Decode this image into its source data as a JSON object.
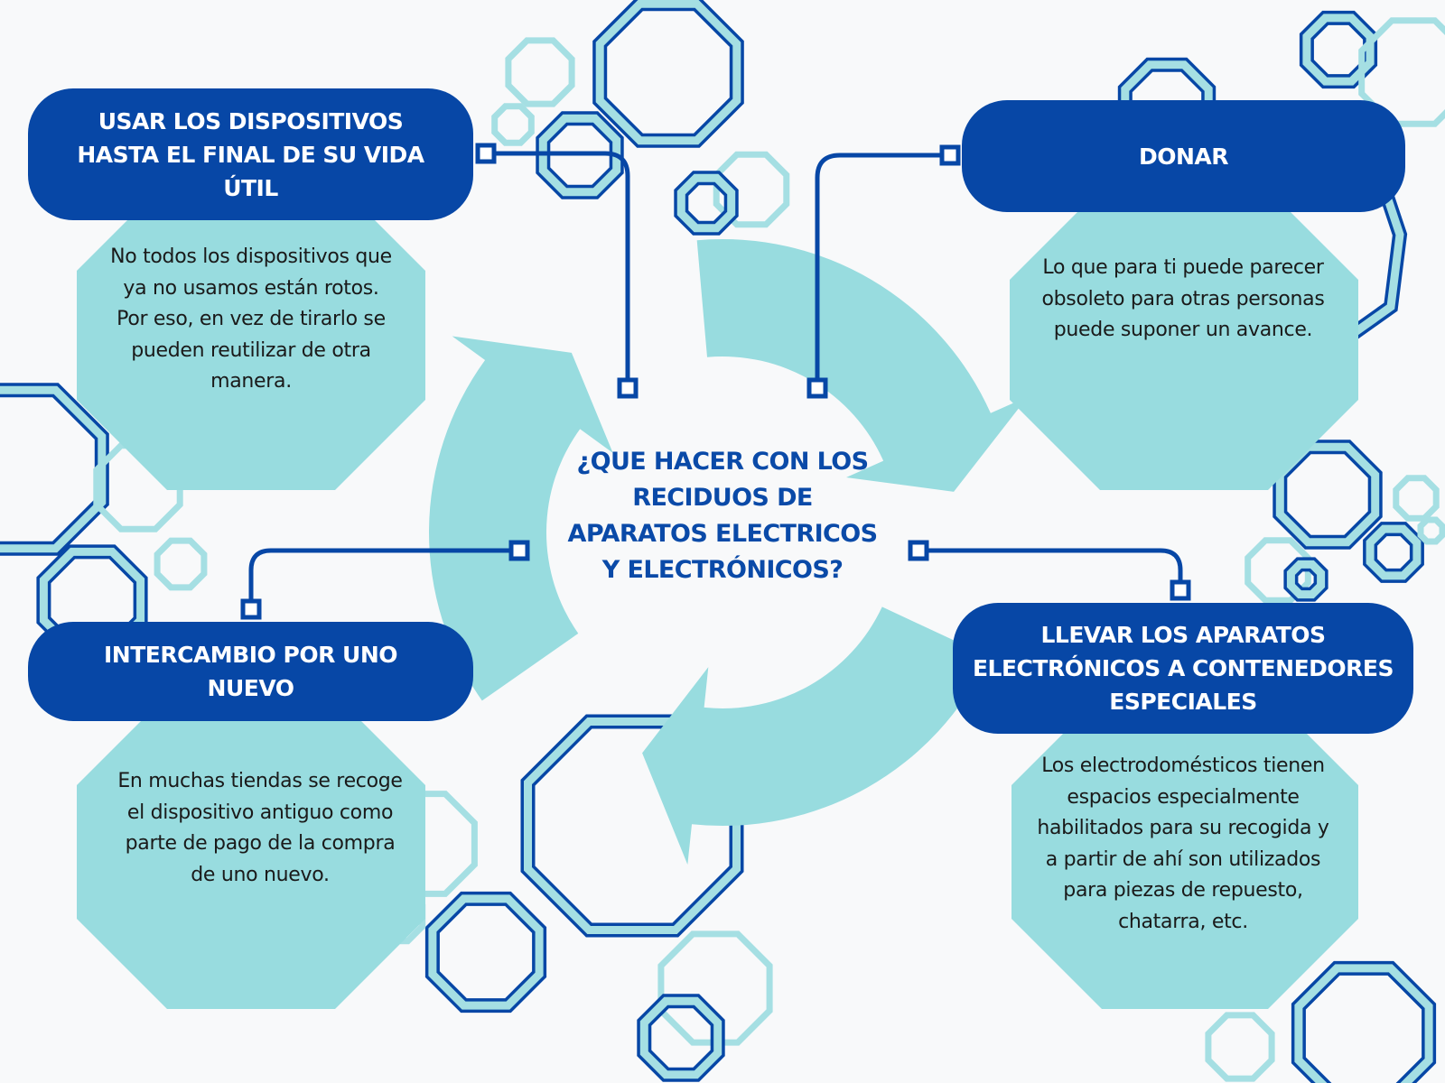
{
  "title": "¿QUE HACER CON LOS RECIDUOS DE APARATOS ELECTRICOS Y ELECTRÓNICOS?",
  "colors": {
    "background": "#f8f9fa",
    "primary": "#0747a6",
    "accent": "#98dcdf",
    "ring_light": "#a5dfe3",
    "title_text": "#0a4aa8",
    "body_text": "#1a1a1a"
  },
  "nodes": [
    {
      "id": "usar",
      "heading": "USAR LOS DISPOSITIVOS HASTA EL FINAL DE SU VIDA ÚTIL",
      "text": "No todos los dispositivos que ya no usamos están rotos. Por eso, en vez de tirarlo se pueden reutilizar de otra manera."
    },
    {
      "id": "donar",
      "heading": "DONAR",
      "text": "Lo que para ti puede parecer obsoleto para otras personas puede suponer un avance."
    },
    {
      "id": "intercambio",
      "heading": "INTERCAMBIO POR UNO NUEVO",
      "text": "En muchas tiendas se recoge el dispositivo antiguo como parte de pago de la compra de uno nuevo."
    },
    {
      "id": "llevar",
      "heading": "LLEVAR LOS APARATOS ELECTRÓNICOS A CONTENEDORES ESPECIALES",
      "text": "Los electrodomésticos tienen espacios especialmente habilitados para su recogida y a partir de ahí son utilizados para piezas de repuesto, chatarra, etc."
    }
  ]
}
